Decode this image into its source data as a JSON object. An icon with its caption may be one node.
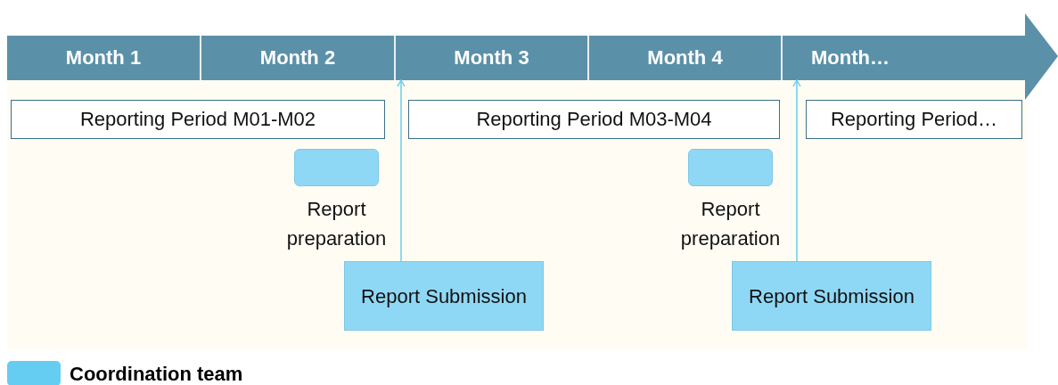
{
  "diagram": {
    "nodes": [
      {
        "text": [],
        "shape": "arrow"
      },
      {
        "text": [
          "Month 1"
        ],
        "in": 0
      },
      {
        "text": [
          "Month 2"
        ],
        "in": 0
      },
      {
        "text": [
          "Month 3"
        ],
        "in": 0
      },
      {
        "text": [
          "Month 4"
        ],
        "in": 0
      },
      {
        "text": [
          "Month…"
        ],
        "in": 0
      },
      {
        "text": [
          "Reporting Period M01-M02"
        ]
      },
      {
        "text": [
          "Reporting Period M03-M04"
        ]
      },
      {
        "text": [
          "Reporting Period…"
        ]
      },
      {
        "text": [],
        "shape": "box",
        "beside": [
          "Report preparation"
        ]
      },
      {
        "text": [
          "Report Submission"
        ]
      },
      {
        "text": [],
        "shape": "box",
        "beside": [
          "Report preparation"
        ]
      },
      {
        "text": [
          "Report Submission"
        ]
      }
    ],
    "edges": [
      {
        "from": 10,
        "to": 3,
        "arrow": "to"
      },
      {
        "from": 12,
        "to": 5,
        "arrow": "to"
      }
    ],
    "legend": [
      {
        "text": "Coordination team",
        "color": "#66cdf2"
      }
    ]
  }
}
